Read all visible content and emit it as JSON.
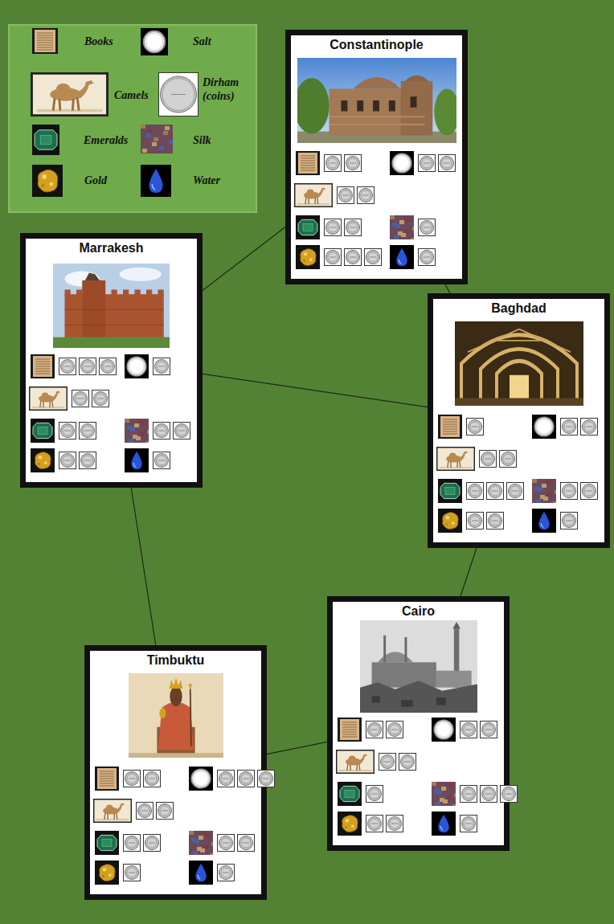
{
  "diagram": {
    "nodes": [
      {
        "text": [
          "Constantinople"
        ]
      },
      {
        "text": [
          "Marrakesh"
        ]
      },
      {
        "text": [
          "Baghdad"
        ]
      },
      {
        "text": [
          "Cairo"
        ]
      },
      {
        "text": [
          "Timbuktu"
        ]
      }
    ],
    "edges": [
      {
        "from": 0,
        "to": 1,
        "arrow": "none"
      },
      {
        "from": 0,
        "to": 2,
        "arrow": "none"
      },
      {
        "from": 1,
        "to": 2,
        "arrow": "none"
      },
      {
        "from": 2,
        "to": 3,
        "arrow": "none"
      },
      {
        "from": 1,
        "to": 4,
        "arrow": "none"
      },
      {
        "from": 4,
        "to": 3,
        "arrow": "none"
      }
    ],
    "legend": [
      {
        "text": "Books"
      },
      {
        "text": "Salt"
      },
      {
        "text": "Camels"
      },
      {
        "text": "Dirham (coins)"
      },
      {
        "text": "Emeralds"
      },
      {
        "text": "Silk"
      },
      {
        "text": "Gold"
      },
      {
        "text": "Water"
      }
    ]
  }
}
